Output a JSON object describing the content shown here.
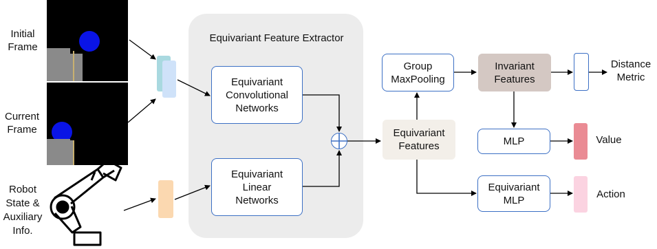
{
  "inputs": {
    "initial_frame": "Initial\nFrame",
    "current_frame": "Current\nFrame",
    "robot_state": "Robot\nState &\nAuxiliary\nInfo."
  },
  "extractor": {
    "title": "Equivariant Feature Extractor",
    "conv": "Equivariant\nConvolutional\nNetworks",
    "linear": "Equivariant\nLinear\nNetworks"
  },
  "features": {
    "equivariant": "Equivariant\nFeatures",
    "group_pool": "Group\nMaxPooling",
    "invariant": "Invariant\nFeatures"
  },
  "heads": {
    "mlp": "MLP",
    "eq_mlp": "Equivariant\nMLP"
  },
  "outputs": {
    "distance": "Distance\nMetric",
    "value": "Value",
    "action": "Action"
  },
  "colors": {
    "box_border": "#3b6fc4",
    "panel_bg": "#ececec",
    "invariant_bg": "#d4c8c3",
    "equivariant_bg": "#f3efe9",
    "value_bar": "#ea8b94",
    "action_bar": "#fbd3e1",
    "image_feat_front": "#cfe2f9",
    "image_feat_back": "#a9d9e0",
    "state_feat": "#fbd8b0",
    "ball": "#0a14e6"
  }
}
